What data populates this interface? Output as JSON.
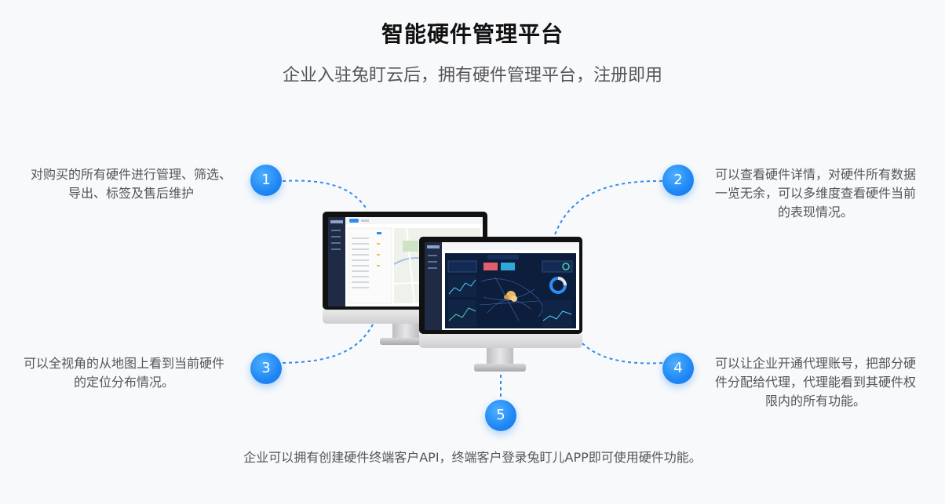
{
  "header": {
    "title": "智能硬件管理平台",
    "subtitle": "企业入驻兔盯云后，拥有硬件管理平台，注册即用"
  },
  "features": [
    {
      "number": "1",
      "text_lines": [
        "对购买的所有硬件进行管理、筛选、",
        "导出、标签及售后维护"
      ]
    },
    {
      "number": "2",
      "text_lines": [
        "可以查看硬件详情，对硬件所有数据",
        "一览无余，可以多维度查看硬件当前",
        "的表现情况。"
      ]
    },
    {
      "number": "3",
      "text_lines": [
        "可以全视角的从地图上看到当前硬件",
        "的定位分布情况。"
      ]
    },
    {
      "number": "4",
      "text_lines": [
        "可以让企业开通代理账号，把部分硬",
        "件分配给代理，代理能看到其硬件权",
        "限内的所有功能。"
      ]
    },
    {
      "number": "5",
      "text_lines": [
        "企业可以拥有创建硬件终端客户API，终端客户登录兔盯儿APP即可使用硬件功能。"
      ]
    }
  ],
  "colors": {
    "accent": "#1f86f5",
    "dashed_line": "#2f8cf0",
    "title": "#111111",
    "body_text": "#555555",
    "dashboard_dark": "#0d1e3d"
  }
}
